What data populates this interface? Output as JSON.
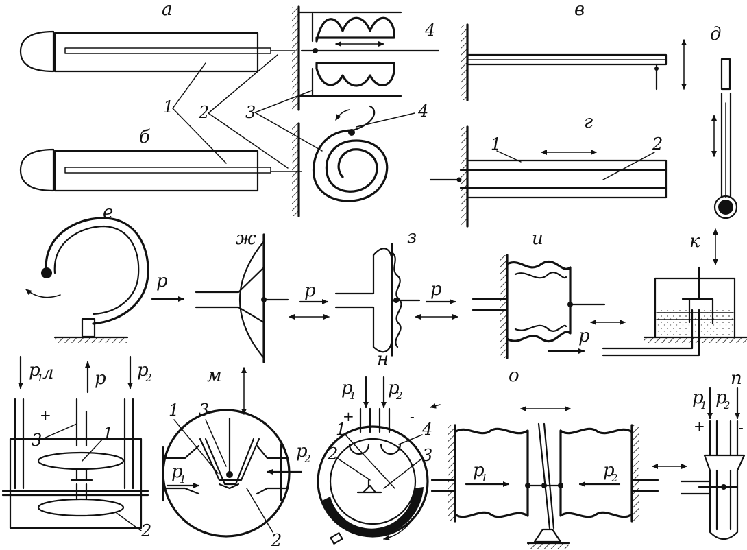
{
  "panels": {
    "a": "a",
    "b": "б",
    "v": "в",
    "g": "г",
    "d": "д",
    "e": "е",
    "zh": "ж",
    "z": "з",
    "i": "и",
    "k": "к",
    "l": "л",
    "m": "м",
    "n": "н",
    "o": "о",
    "p": "п"
  },
  "callouts": {
    "n1": "1",
    "n2": "2",
    "n3": "3",
    "n4": "4"
  },
  "pressure": {
    "p": "p",
    "p1_base": "p",
    "p1_sub": "1",
    "p2_base": "p",
    "p2_sub": "2"
  },
  "signs": {
    "plus": "+",
    "minus": "-"
  }
}
